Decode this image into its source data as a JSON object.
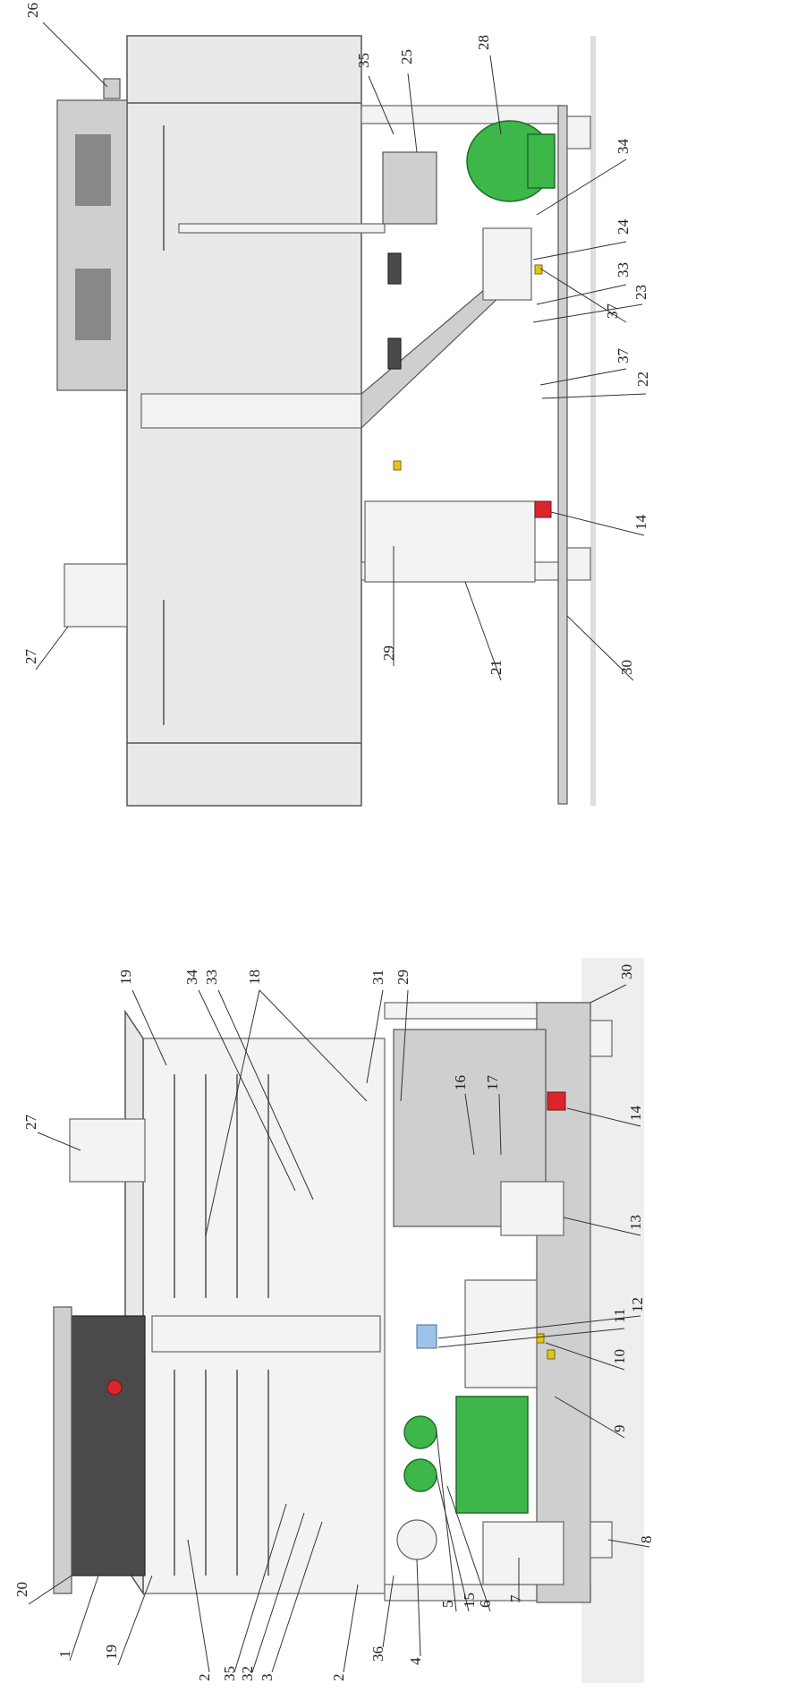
{
  "top_view_labels": [
    {
      "id": "26",
      "text": "26"
    },
    {
      "id": "35",
      "text": "35"
    },
    {
      "id": "25",
      "text": "25"
    },
    {
      "id": "28",
      "text": "28"
    },
    {
      "id": "34",
      "text": "34"
    },
    {
      "id": "24",
      "text": "24"
    },
    {
      "id": "33",
      "text": "33"
    },
    {
      "id": "37a",
      "text": "37"
    },
    {
      "id": "23",
      "text": "23"
    },
    {
      "id": "37b",
      "text": "37"
    },
    {
      "id": "22",
      "text": "22"
    },
    {
      "id": "14",
      "text": "14"
    },
    {
      "id": "30",
      "text": "30"
    },
    {
      "id": "21",
      "text": "21"
    },
    {
      "id": "29",
      "text": "29"
    },
    {
      "id": "27",
      "text": "27"
    }
  ],
  "bottom_view_labels": [
    {
      "id": "27",
      "text": "27"
    },
    {
      "id": "20",
      "text": "20"
    },
    {
      "id": "1",
      "text": "1"
    },
    {
      "id": "19a",
      "text": "19"
    },
    {
      "id": "19b",
      "text": "19"
    },
    {
      "id": "34",
      "text": "34"
    },
    {
      "id": "33",
      "text": "33"
    },
    {
      "id": "18",
      "text": "18"
    },
    {
      "id": "31",
      "text": "31"
    },
    {
      "id": "29",
      "text": "29"
    },
    {
      "id": "16",
      "text": "16"
    },
    {
      "id": "17",
      "text": "17"
    },
    {
      "id": "30",
      "text": "30"
    },
    {
      "id": "14",
      "text": "14"
    },
    {
      "id": "13",
      "text": "13"
    },
    {
      "id": "12",
      "text": "12"
    },
    {
      "id": "11",
      "text": "11"
    },
    {
      "id": "10",
      "text": "10"
    },
    {
      "id": "9",
      "text": "9"
    },
    {
      "id": "8",
      "text": "8"
    },
    {
      "id": "7",
      "text": "7"
    },
    {
      "id": "6",
      "text": "6"
    },
    {
      "id": "15",
      "text": "15"
    },
    {
      "id": "5",
      "text": "5"
    },
    {
      "id": "4",
      "text": "4"
    },
    {
      "id": "36",
      "text": "36"
    },
    {
      "id": "2a",
      "text": "2"
    },
    {
      "id": "3",
      "text": "3"
    },
    {
      "id": "32",
      "text": "32"
    },
    {
      "id": "35",
      "text": "35"
    },
    {
      "id": "2b",
      "text": "2"
    }
  ],
  "colors": {
    "frame": "#e9e9e9",
    "tank_green": "#3db64a",
    "valve_red": "#d8262c",
    "fitting_yellow": "#e3c419",
    "panel_dark": "#4a4a4a"
  }
}
